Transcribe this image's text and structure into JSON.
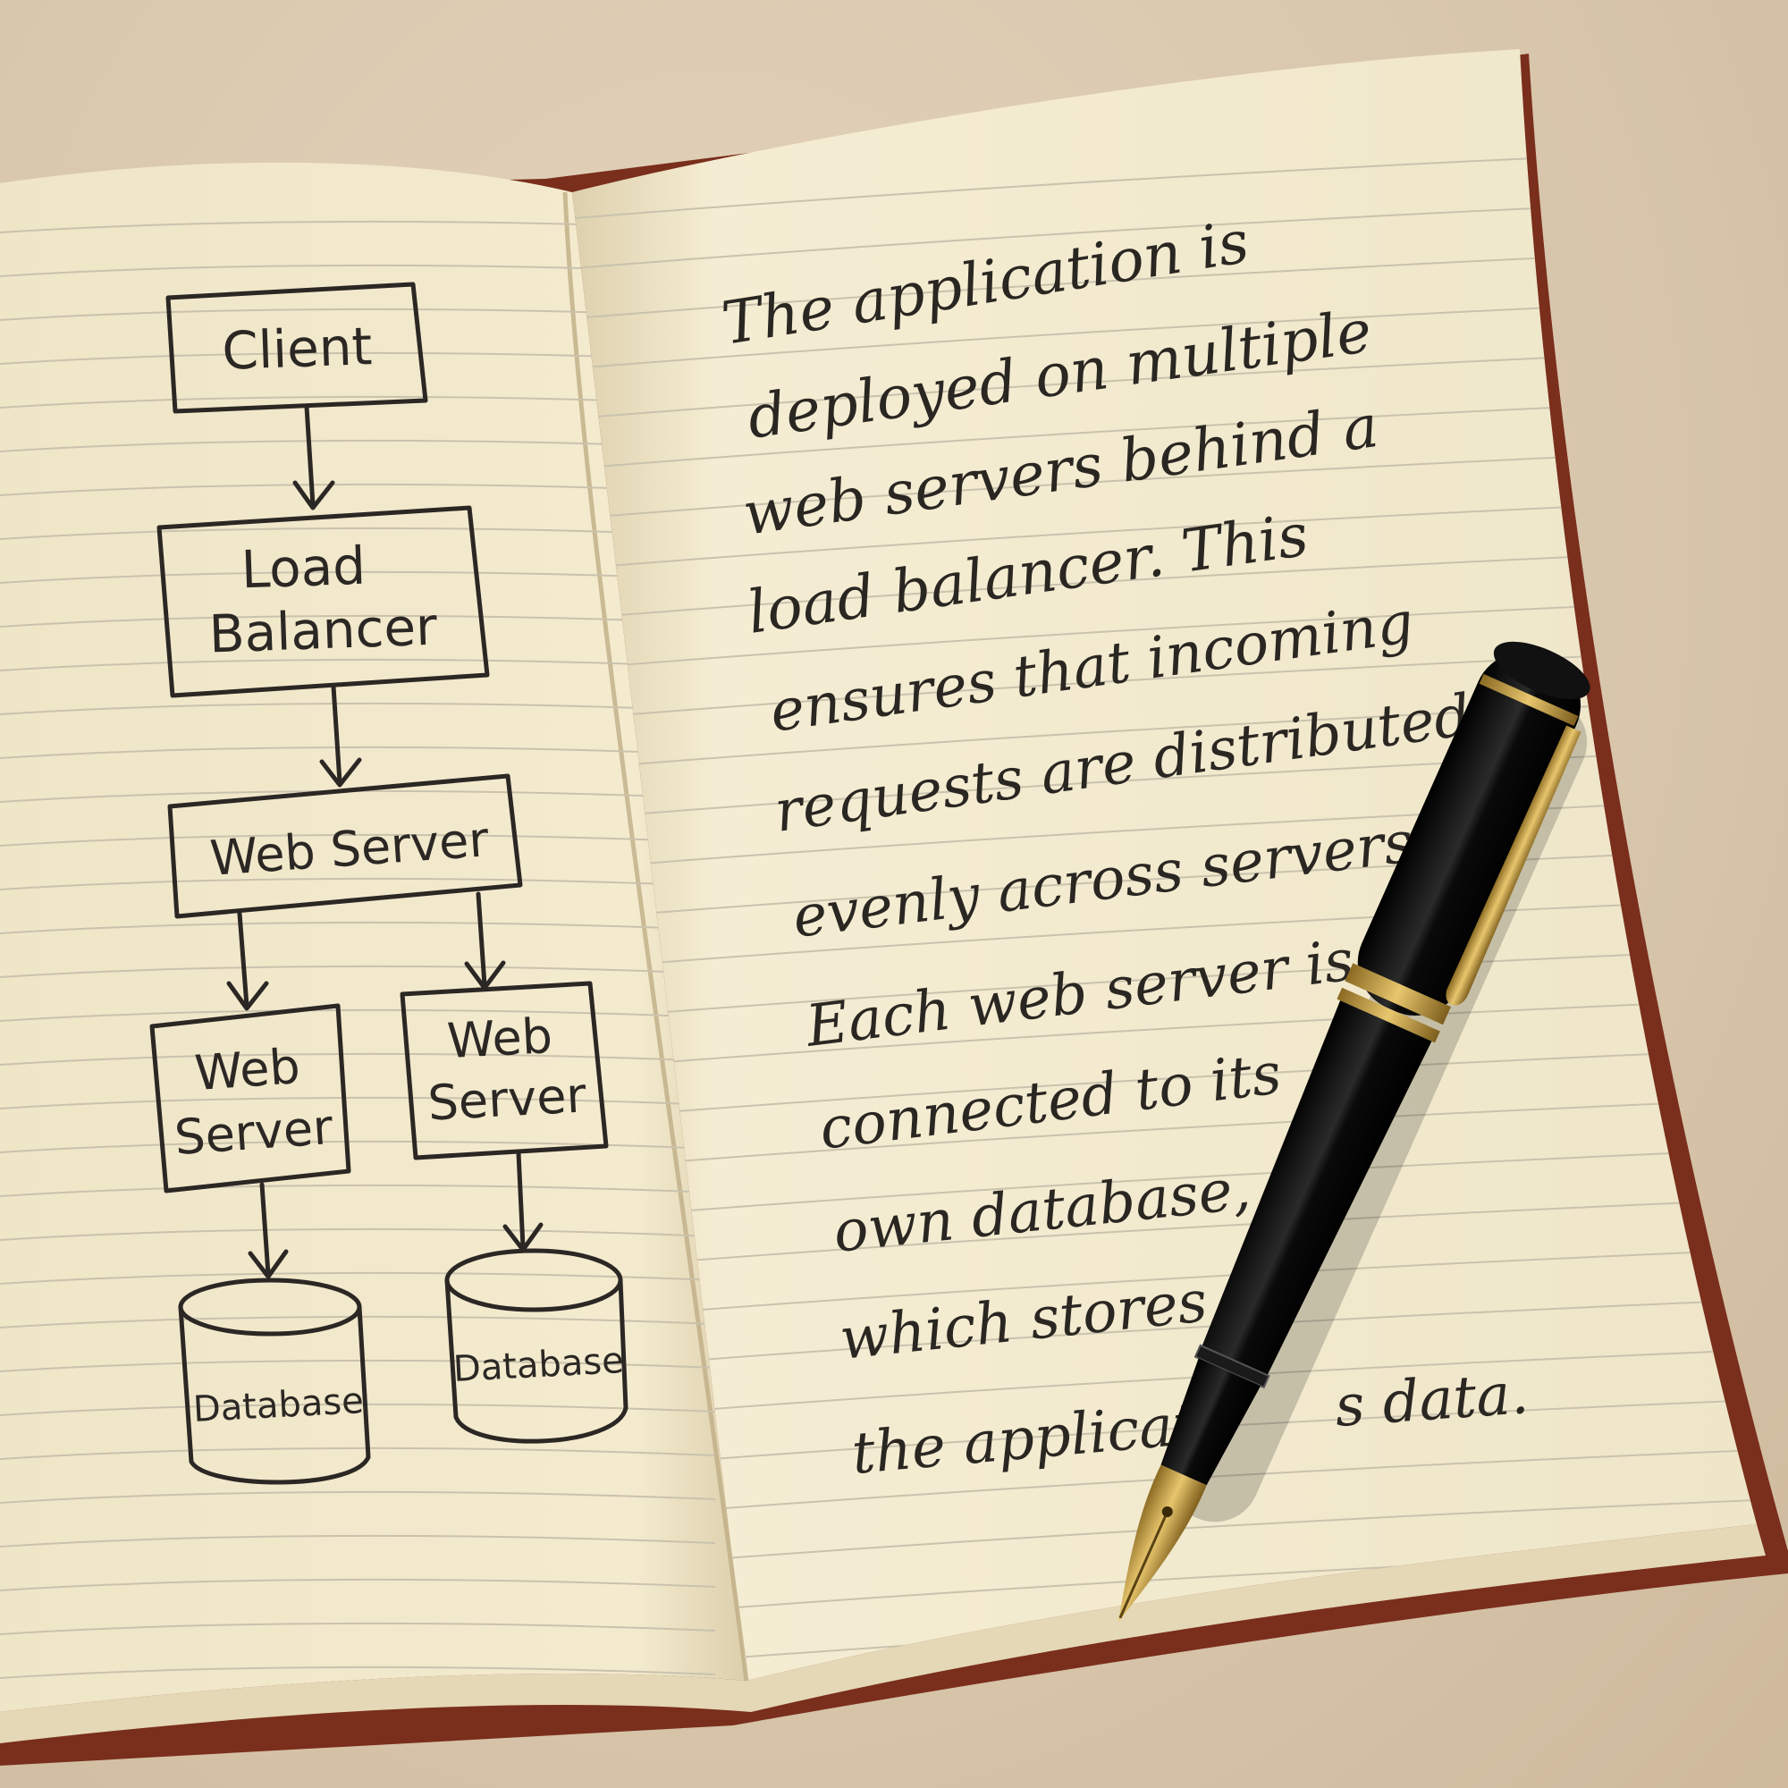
{
  "colors": {
    "table": "#d9c7ad",
    "paper": "#f4ebcf",
    "paper_shade": "#e7dcbc",
    "cover": "#7a2e1c",
    "ruling": "#c9c2ad",
    "ink": "#2a2622",
    "pen_body": "#0d0d0d",
    "pen_gold": "#c9a24a"
  },
  "diagram": {
    "client": "Client",
    "load_balancer_line1": "Load",
    "load_balancer_line2": "Balancer",
    "web_server_main": "Web Server",
    "web_server_left_line1": "Web",
    "web_server_left_line2": "Server",
    "web_server_right_line1": "Web",
    "web_server_right_line2": "Server",
    "database_left": "Database",
    "database_right": "Database"
  },
  "notes": {
    "lines": [
      "The application is",
      "deployed on multiple",
      "web servers behind a",
      "load balancer. This",
      "ensures that incoming",
      "requests are distributed",
      "evenly across servers.",
      "Each web server is",
      "connected to its",
      "own database,",
      "which stores",
      "the applicati",
      "s data."
    ]
  },
  "pen": {
    "icon": "fountain-pen-icon"
  }
}
